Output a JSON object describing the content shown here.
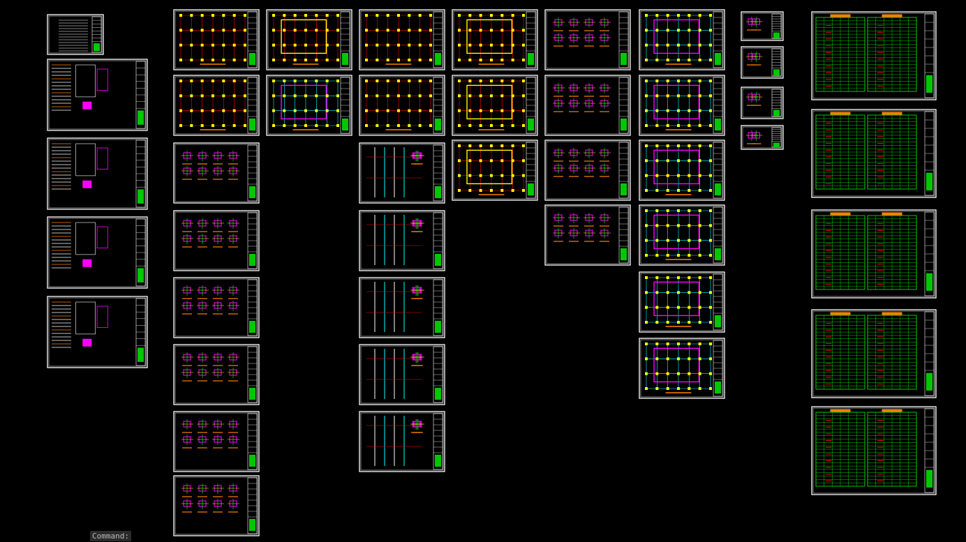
{
  "app": {
    "command_prompt": "Command:"
  },
  "colors": {
    "background": "#000000",
    "frame": "#ffffff",
    "grid": "#ff0000",
    "text": "#ffffff",
    "table_line": "#00ff00",
    "yellow": "#ffff00",
    "magenta": "#ff00ff",
    "cyan": "#00ffff",
    "orange": "#ff8000",
    "green_stamp": "#00c800"
  },
  "sheet_kinds": [
    "cover-index",
    "general-notes",
    "foundation-plan",
    "footing-detail",
    "column-elevation",
    "floor-plan",
    "beam-detail",
    "slab-plan",
    "small-detail",
    "rebar-schedule"
  ],
  "columns": [
    {
      "name": "general-notes",
      "sheets": [
        "cover-index",
        "general-notes",
        "general-notes",
        "general-notes",
        "general-notes"
      ]
    },
    {
      "name": "foundation",
      "sheets": [
        "foundation-plan",
        "foundation-plan",
        "footing-detail",
        "footing-detail",
        "footing-detail",
        "footing-detail",
        "beam-detail",
        "beam-detail"
      ]
    },
    {
      "name": "ground-plans",
      "sheets": [
        "floor-plan",
        "slab-plan"
      ]
    },
    {
      "name": "columns",
      "sheets": [
        "foundation-plan",
        "foundation-plan",
        "column-elevation",
        "column-elevation",
        "column-elevation",
        "column-elevation",
        "column-elevation"
      ]
    },
    {
      "name": "floor-plans",
      "sheets": [
        "floor-plan",
        "floor-plan",
        "floor-plan"
      ]
    },
    {
      "name": "beam-details",
      "sheets": [
        "beam-detail",
        "beam-detail",
        "beam-detail",
        "beam-detail"
      ]
    },
    {
      "name": "slab-plans",
      "sheets": [
        "slab-plan",
        "slab-plan",
        "slab-plan",
        "slab-plan",
        "slab-plan",
        "slab-plan"
      ]
    },
    {
      "name": "stair-details",
      "sheets": [
        "small-detail",
        "small-detail",
        "small-detail",
        "small-detail"
      ]
    },
    {
      "name": "rebar-schedules",
      "sheets": [
        "rebar-schedule",
        "rebar-schedule",
        "rebar-schedule",
        "rebar-schedule",
        "rebar-schedule"
      ]
    }
  ]
}
